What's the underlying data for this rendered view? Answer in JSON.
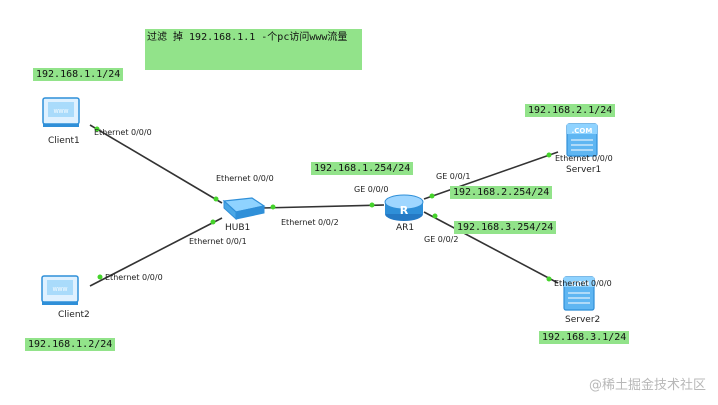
{
  "note": "过滤 掉 192.168.1.1 -个pc访问www流量",
  "devices": {
    "client1": "Client1",
    "client2": "Client2",
    "hub1": "HUB1",
    "ar1": "AR1",
    "server1": "Server1",
    "server2": "Server2"
  },
  "ips": {
    "client1": "192.168.1.1/24",
    "client2": "192.168.1.2/24",
    "ar1_g000": "192.168.1.254/24",
    "ar1_g001": "192.168.2.254/24",
    "ar1_g002": "192.168.3.254/24",
    "server1": "192.168.2.1/24",
    "server2": "192.168.3.1/24"
  },
  "ports": {
    "client1_eth": "Ethernet 0/0/0",
    "client2_eth": "Ethernet 0/0/0",
    "hub_eth0": "Ethernet 0/0/0",
    "hub_eth1": "Ethernet 0/0/1",
    "hub_eth2": "Ethernet 0/0/2",
    "ar1_ge000": "GE 0/0/0",
    "ar1_ge001": "GE 0/0/1",
    "ar1_ge002": "GE 0/0/2",
    "server1_eth": "Ethernet 0/0/0",
    "server2_eth": "Ethernet 0/0/0"
  },
  "server_badge": ".COM",
  "pc_screen_text": "WWW",
  "router_mark": "R",
  "watermark": "@稀土掘金技术社区",
  "colors": {
    "label_bg": "#92e38a",
    "link": "#333333",
    "port_dot": "#45d32b",
    "device_blue": "#2f8fd8"
  }
}
